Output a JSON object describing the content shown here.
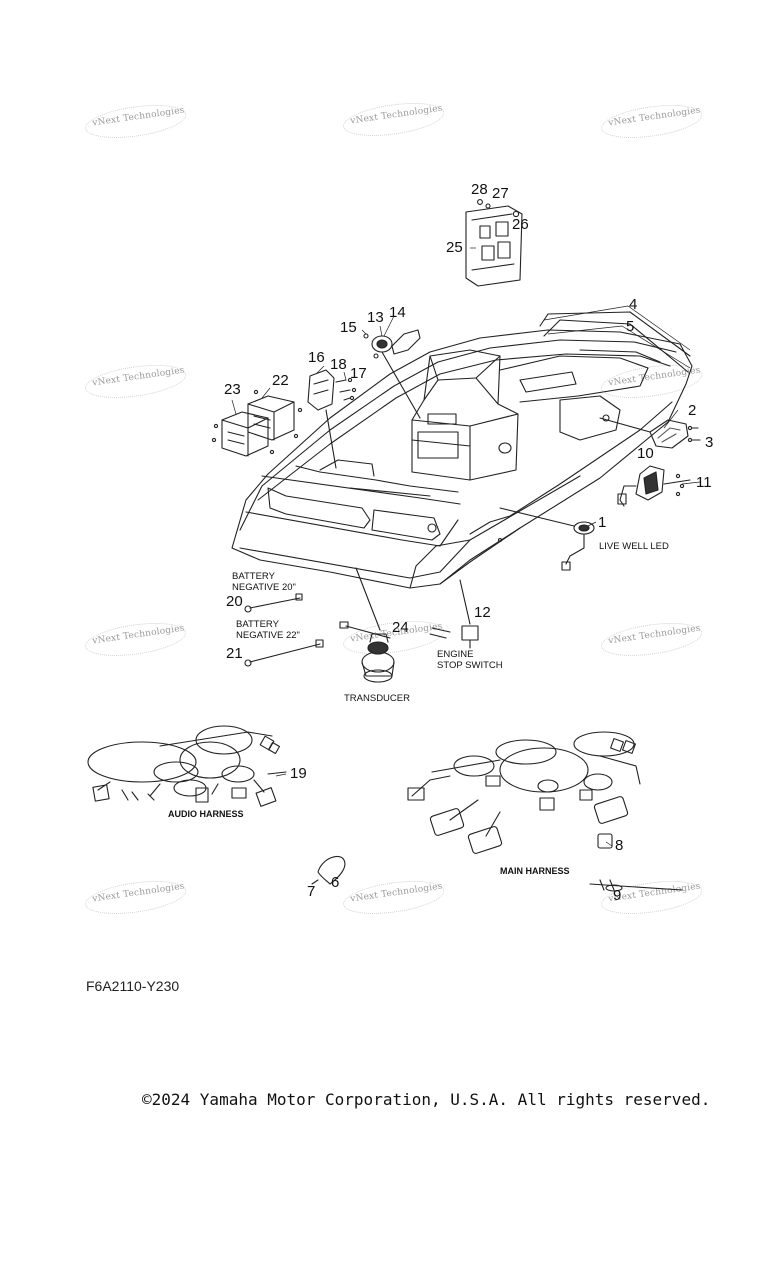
{
  "watermark": "vNext Technologies",
  "callouts": [
    "1",
    "2",
    "3",
    "4",
    "5",
    "6",
    "7",
    "8",
    "9",
    "10",
    "11",
    "12",
    "13",
    "14",
    "15",
    "16",
    "17",
    "18",
    "19",
    "20",
    "21",
    "22",
    "23",
    "24",
    "25",
    "26",
    "27",
    "28"
  ],
  "labels": {
    "live_well_led": "LIVE WELL LED",
    "battery_neg_20": [
      "BATTERY",
      "NEGATIVE 20\""
    ],
    "battery_neg_22": [
      "BATTERY",
      "NEGATIVE 22\""
    ],
    "engine_stop_switch": [
      "ENGINE",
      "STOP SWITCH"
    ],
    "transducer": "TRANSDUCER",
    "audio_harness": "AUDIO HARNESS",
    "main_harness": "MAIN HARNESS"
  },
  "diagram_code": "F6A2110-Y230",
  "copyright": "©2024 Yamaha Motor Corporation, U.S.A. All rights reserved."
}
